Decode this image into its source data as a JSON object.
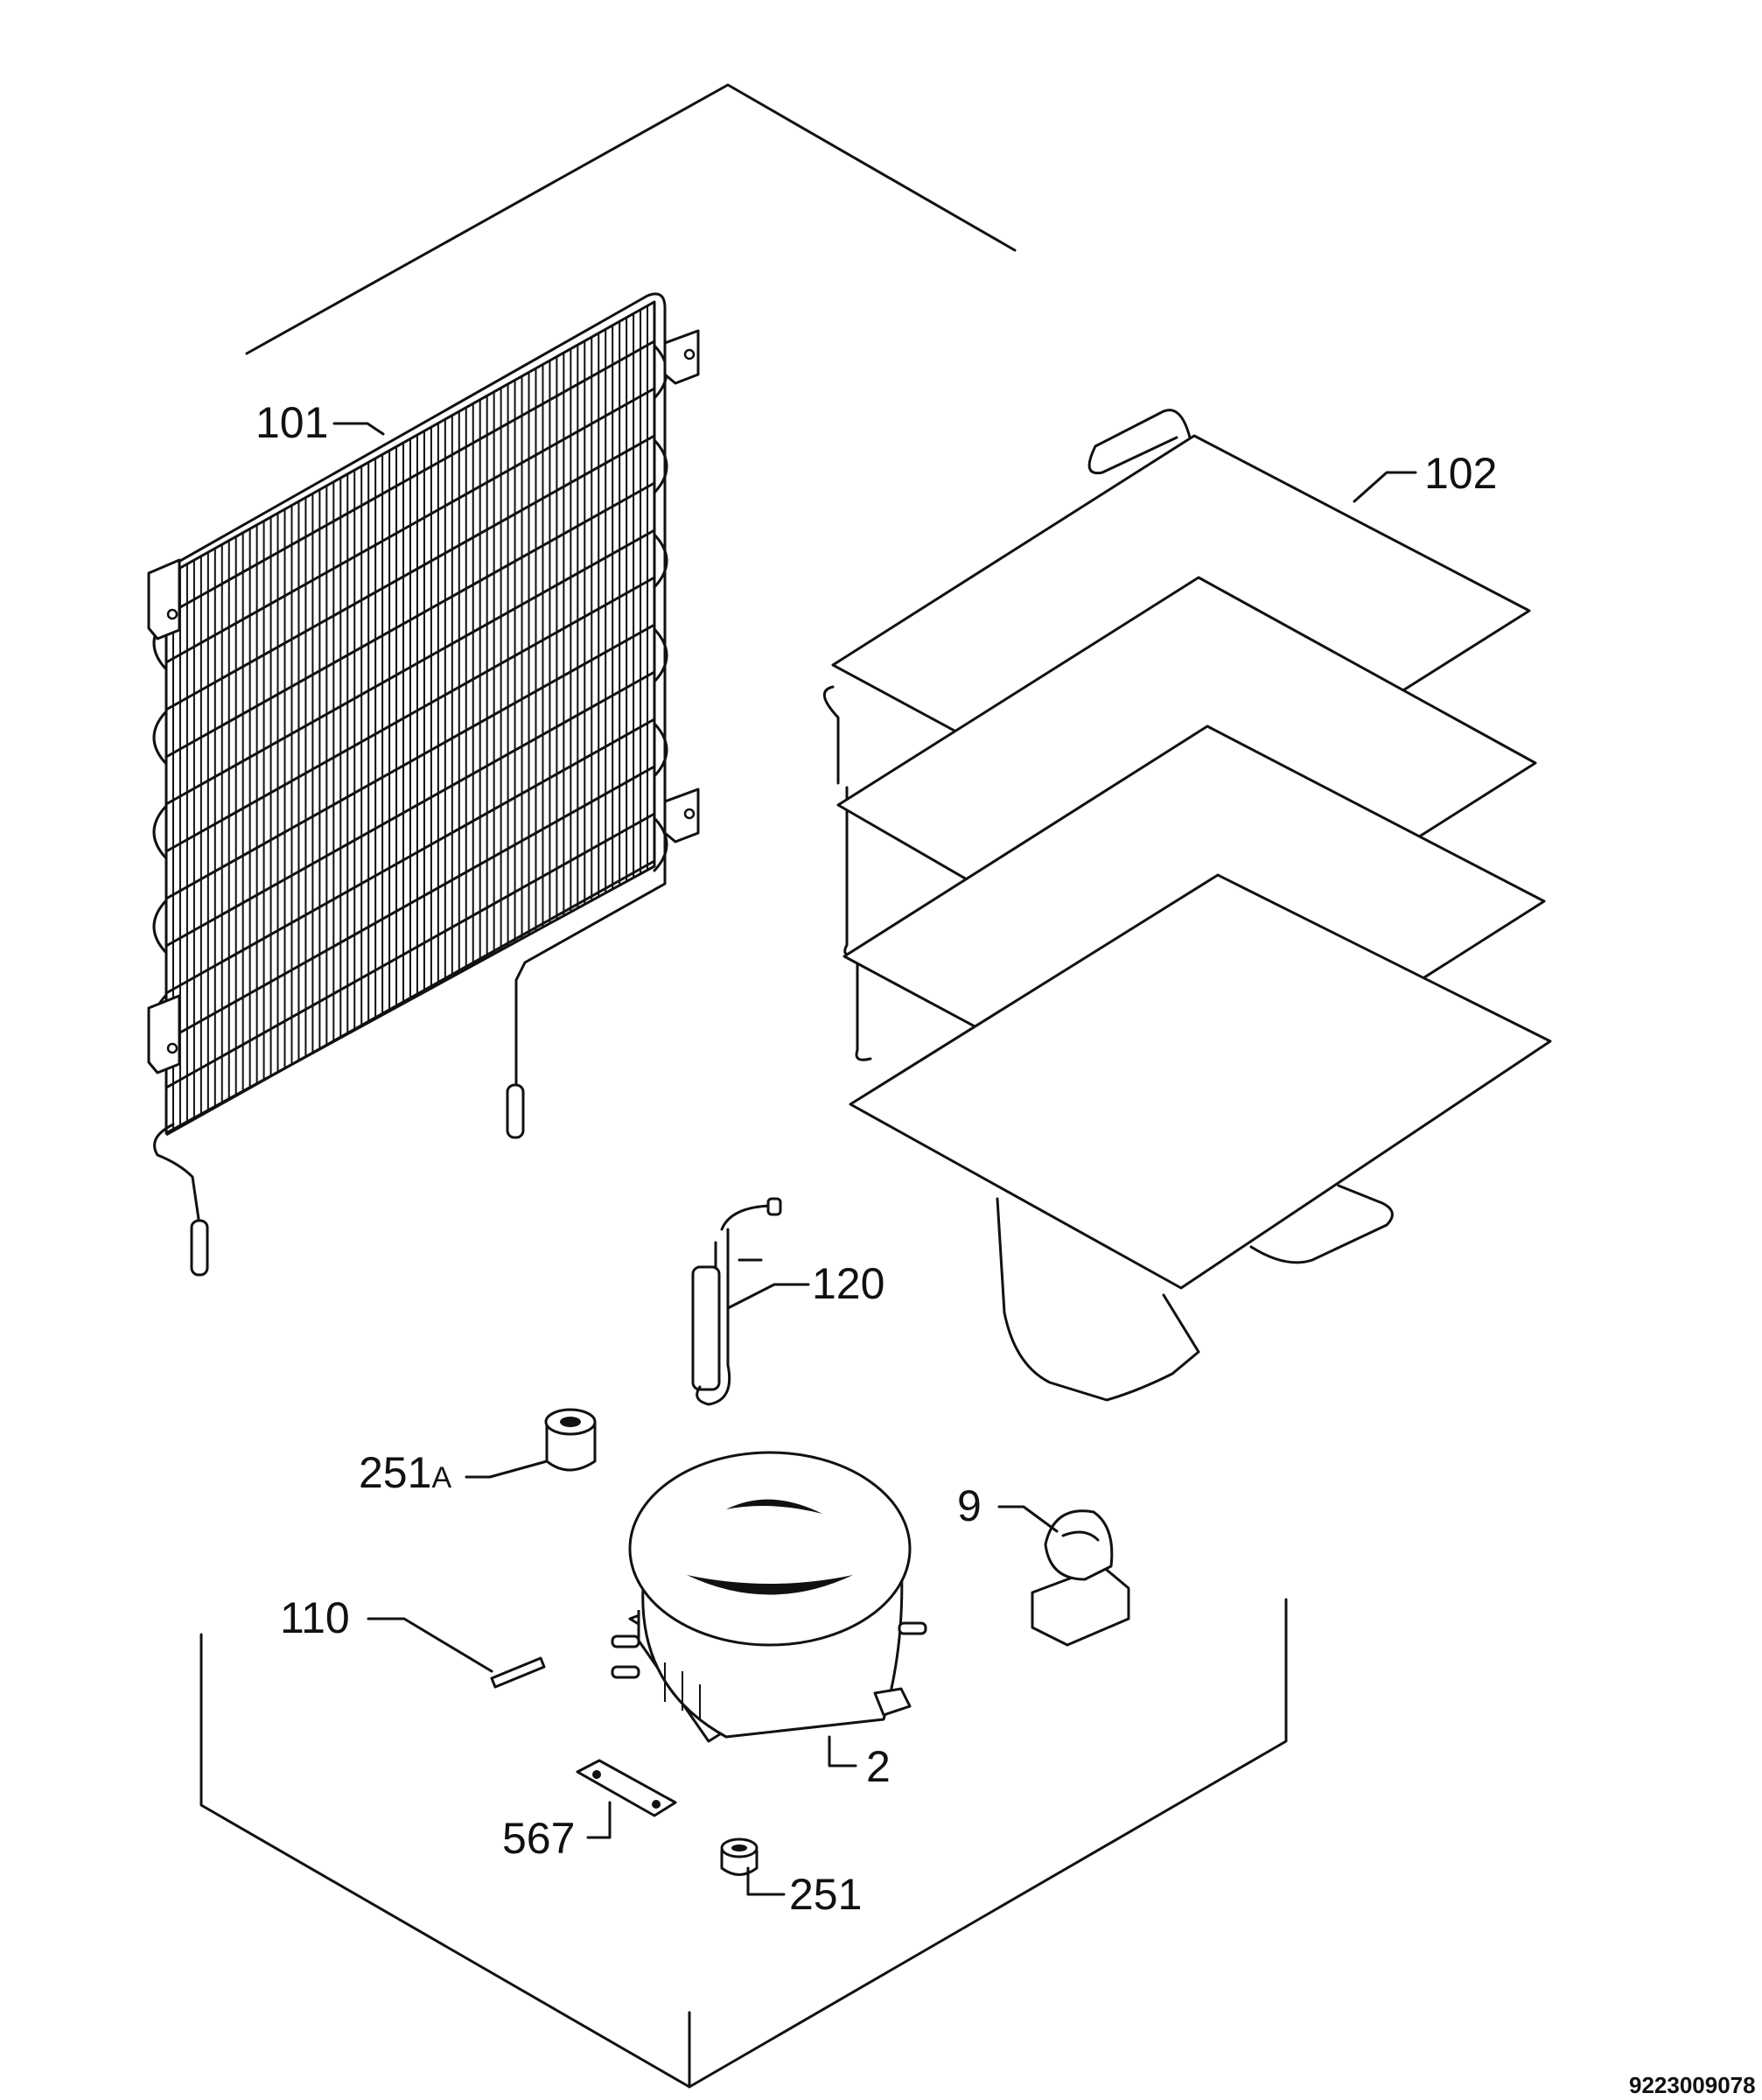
{
  "labels": {
    "condenser": "101",
    "shelves": "102",
    "capillary": "120",
    "grommet_a": "251",
    "grommet_a_suffix": "A",
    "relay": "9",
    "pin": "110",
    "compressor": "2",
    "plate": "567",
    "grommet": "251"
  },
  "drawing_code": "9223009078"
}
